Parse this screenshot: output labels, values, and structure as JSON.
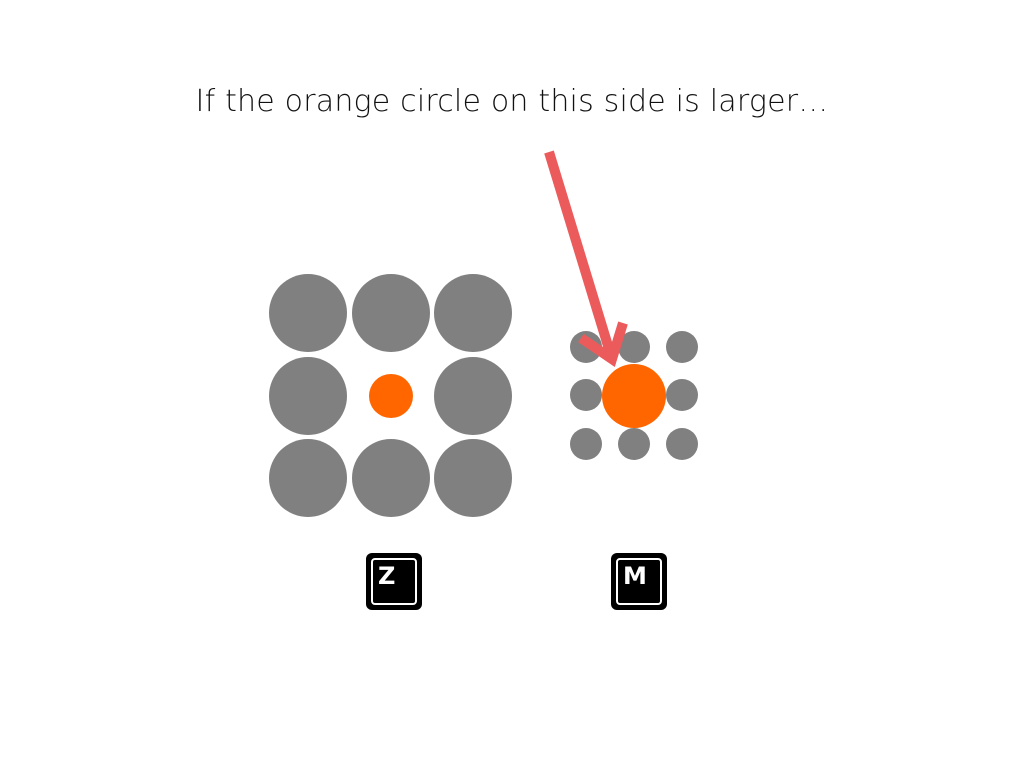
{
  "instruction": "If the orange circle on this side is larger…",
  "keys": {
    "left": "Z",
    "right": "M"
  },
  "colors": {
    "surround": "#808080",
    "target": "#ff6600",
    "arrow": "#ec5b5b",
    "key_background": "#000000",
    "key_text": "#ffffff"
  },
  "icons": {
    "arrow": "arrow-down-pointer-icon",
    "key_left": "z-key-icon",
    "key_right": "m-key-icon"
  }
}
